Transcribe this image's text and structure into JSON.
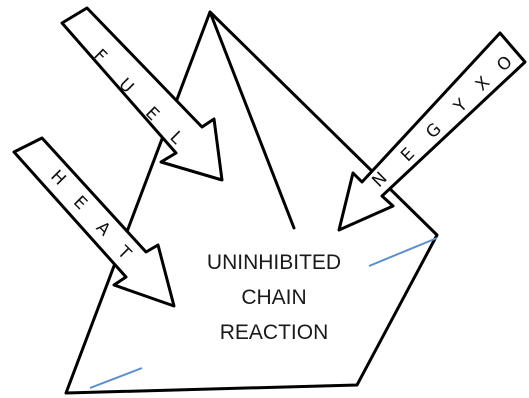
{
  "diagram": {
    "center_label_lines": [
      "UNINHIBITED",
      "CHAIN",
      "REACTION"
    ],
    "arrows": [
      {
        "key": "fuel",
        "letters": [
          "F",
          "U",
          "E",
          "L"
        ]
      },
      {
        "key": "heat",
        "letters": [
          "H",
          "E",
          "A",
          "T"
        ]
      },
      {
        "key": "oxygen",
        "letters": [
          "O",
          "X",
          "Y",
          "G",
          "E",
          "N"
        ]
      }
    ],
    "colors": {
      "outline": "#000000",
      "accent_line": "#5b8fc7",
      "background": "#ffffff"
    }
  }
}
